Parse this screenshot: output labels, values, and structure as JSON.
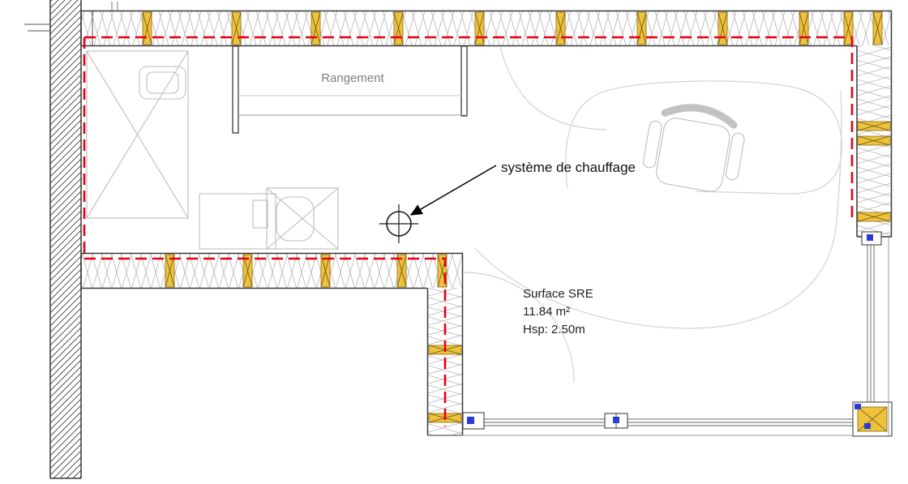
{
  "plan": {
    "labels": {
      "storage": "Rangement",
      "heating_callout": "système de chauffage",
      "surface": {
        "title": "Surface SRE",
        "area": "11.84 m²",
        "height": "Hsp: 2.50m"
      }
    },
    "colors": {
      "thermal_envelope_red": "#e80012",
      "insulation_stud_yellow": "#eec23d",
      "wall_dark": "#3a3a3a",
      "furniture_grey": "#bdbdbd",
      "window_frame_blue": "#2b3bd6"
    }
  }
}
